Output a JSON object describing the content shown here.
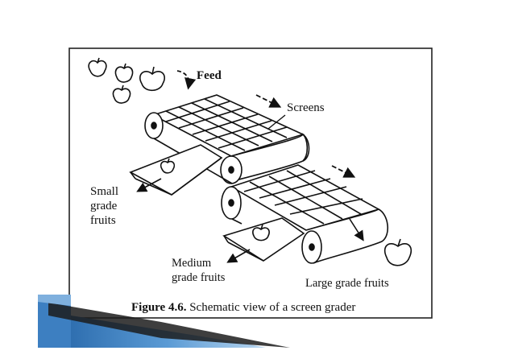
{
  "labels": {
    "feed": "Feed",
    "screens": "Screens",
    "small_line1": "Small",
    "small_line2": "grade",
    "small_line3": "fruits",
    "medium_line1": "Medium",
    "medium_line2": "grade fruits",
    "large": "Large grade fruits"
  },
  "caption": {
    "number": "Figure 4.6.",
    "text": " Schematic view of a screen grader"
  },
  "colors": {
    "ink": "#111111",
    "slide_accent_blue": "#3d7fc1",
    "slide_accent_light": "#9ec3e6"
  }
}
